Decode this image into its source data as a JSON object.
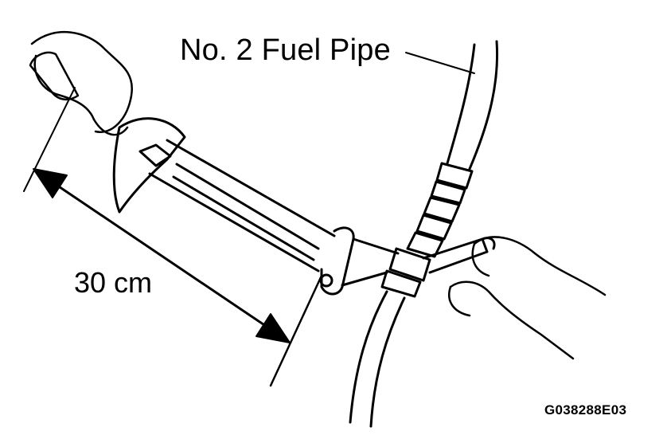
{
  "labels": {
    "fuel_pipe": "No. 2 Fuel Pipe",
    "dimension": "30 cm",
    "figure_code": "G038288E03"
  },
  "colors": {
    "line": "#000000",
    "background": "#ffffff"
  },
  "icons": {
    "hand": "hand-icon",
    "torque_wrench": "torque-wrench-icon",
    "spanner": "spanner-icon",
    "fuel_pipe": "fuel-pipe-icon",
    "dimension_arrow": "dimension-arrow-icon"
  }
}
